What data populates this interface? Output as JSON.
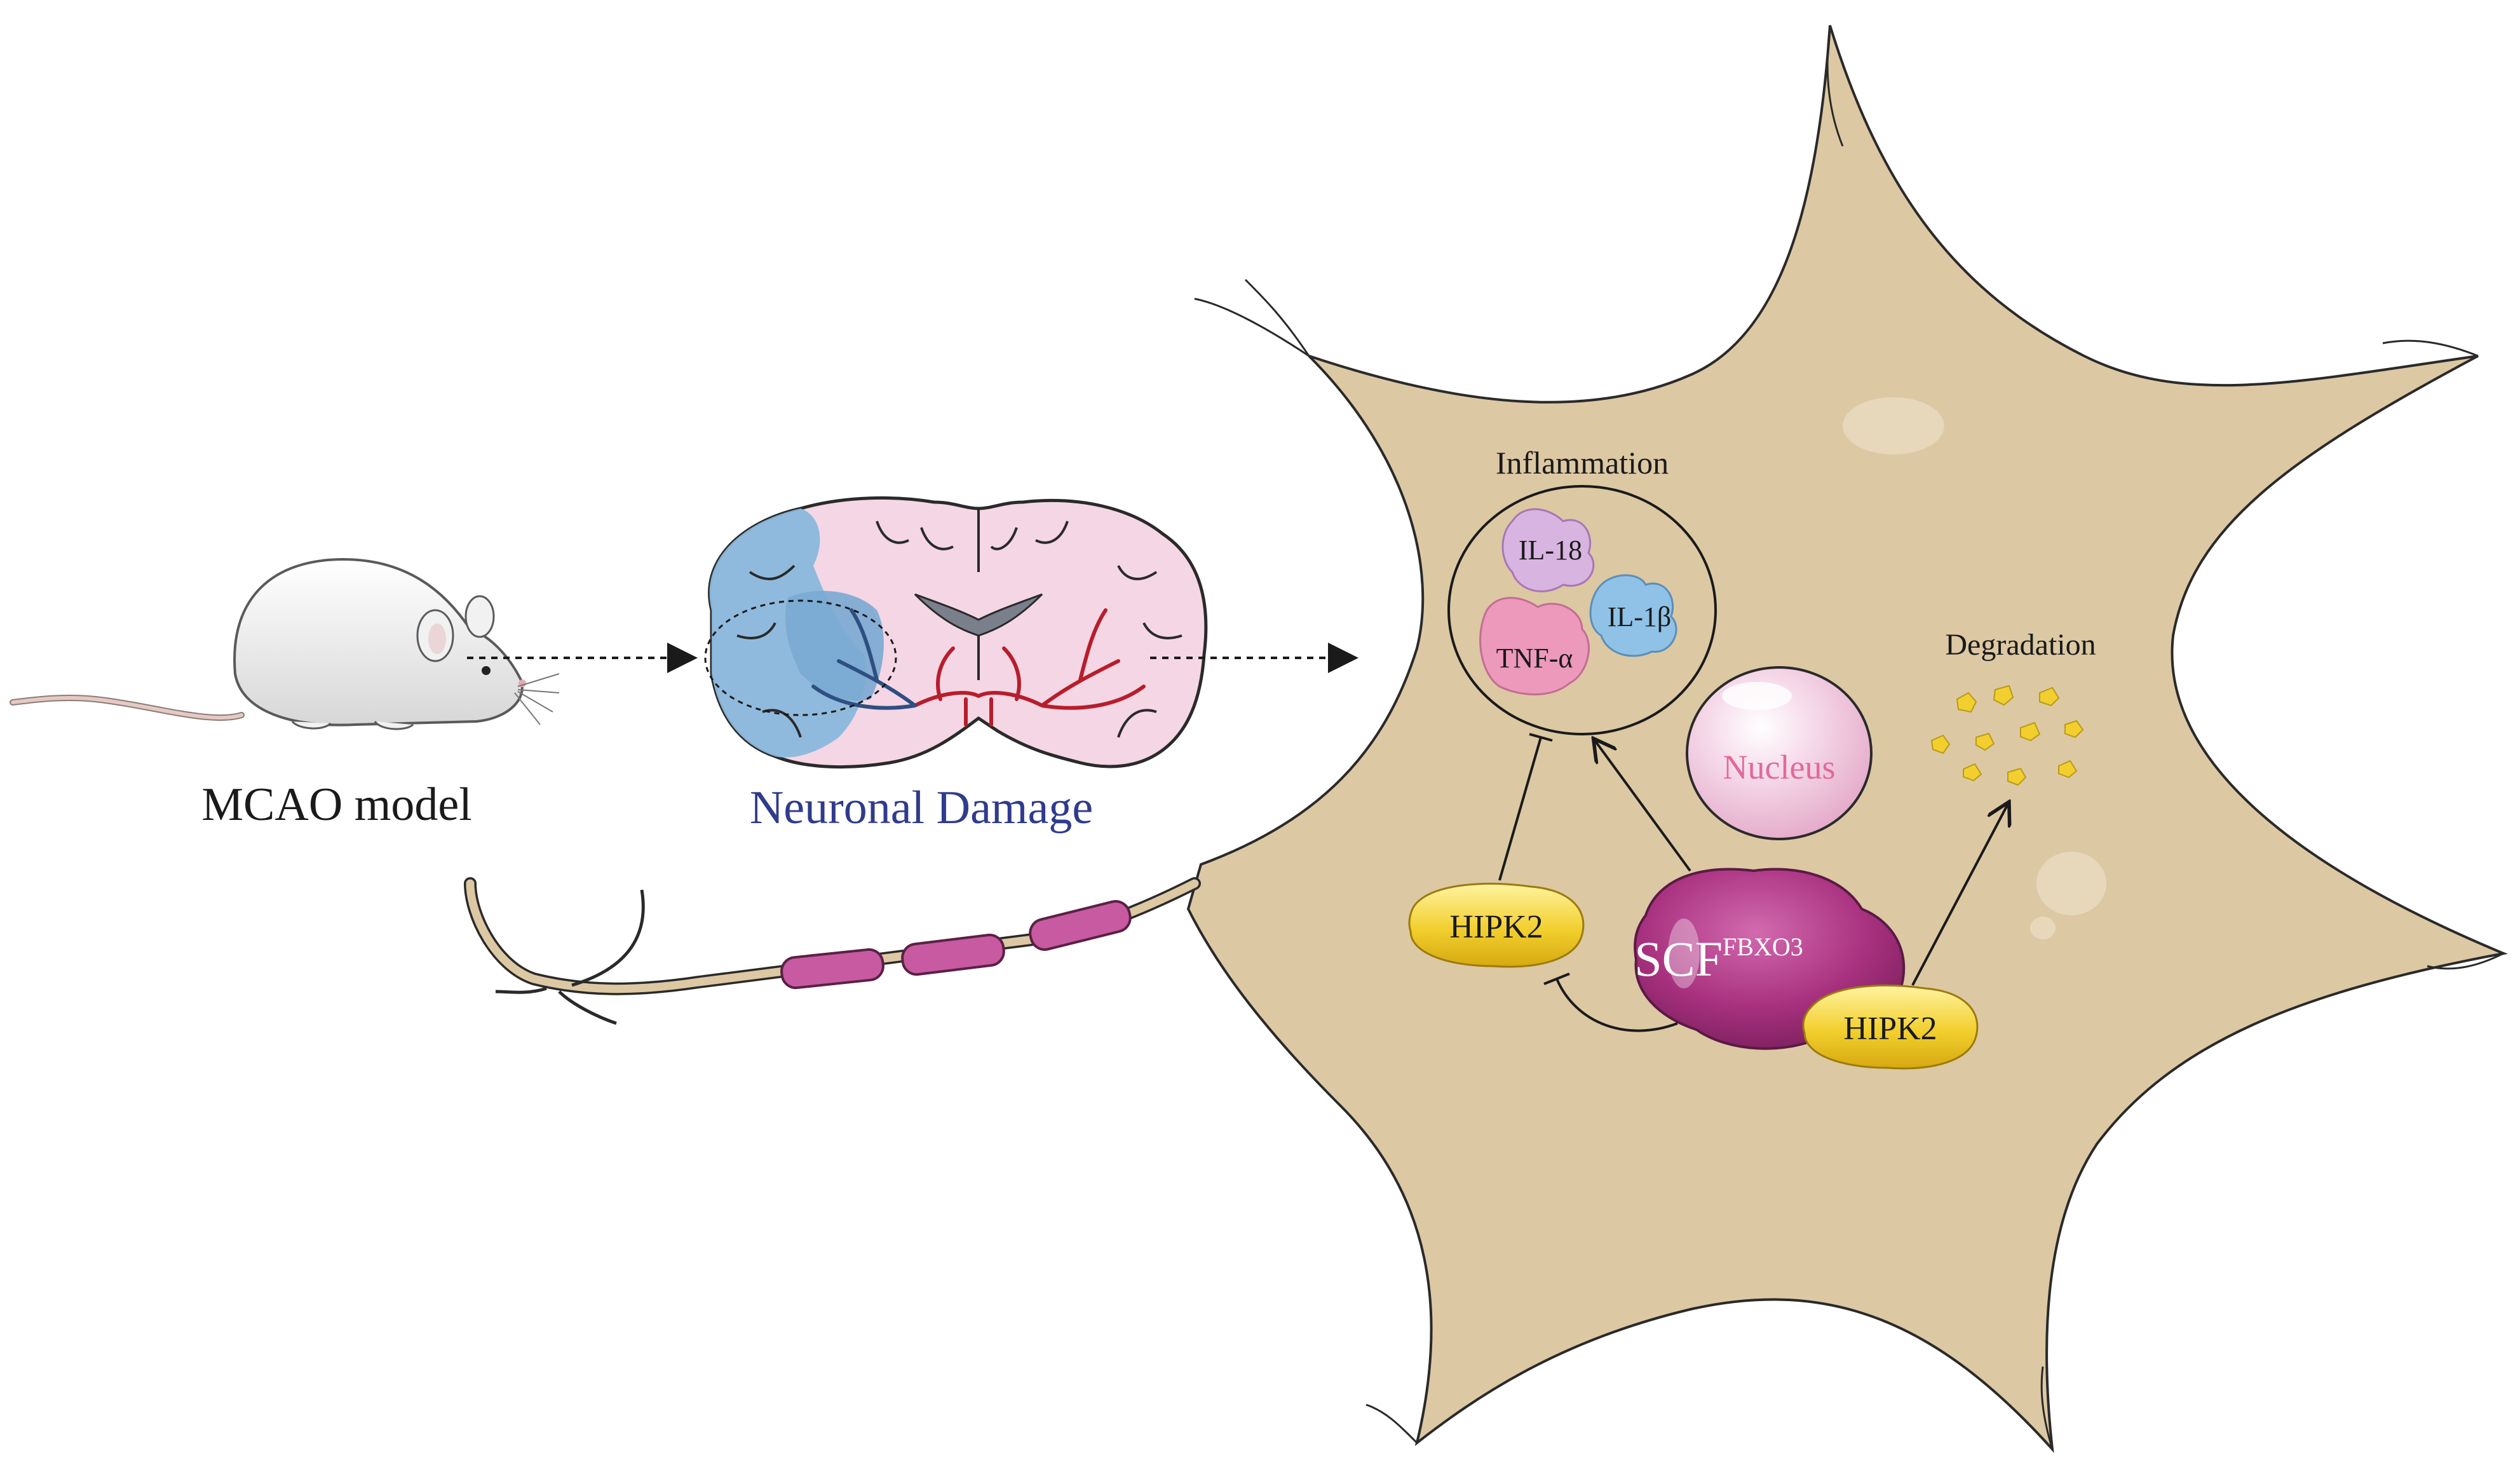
{
  "labels": {
    "mcao": "MCAO model",
    "neuronal_damage": "Neuronal Damage",
    "inflammation": "Inflammation",
    "il18": "IL-18",
    "il1b": "IL-1β",
    "tnfa": "TNF-α",
    "nucleus": "Nucleus",
    "degradation": "Degradation",
    "hipk2_left": "HIPK2",
    "hipk2_right": "HIPK2",
    "scf": "SCF",
    "scf_super": "FBXO3"
  },
  "colors": {
    "cell_body": "#dcc8a3",
    "cell_outline": "#2a2a2a",
    "axon_segment": "#c75aa0",
    "scf": "#a8317f",
    "hipk2": "#f2cf2e",
    "nucleus_fill": "#f3cfe4",
    "nucleus_text": "#e06a9b",
    "il18": "#d8b4e0",
    "il1b": "#8fc2e6",
    "tnfa": "#ec99bb",
    "damage_text": "#2f3b8c",
    "ischemia_blue": "#8ab8dc",
    "brain_pink": "#f4d6e4",
    "vessel_red": "#b81d2c"
  }
}
